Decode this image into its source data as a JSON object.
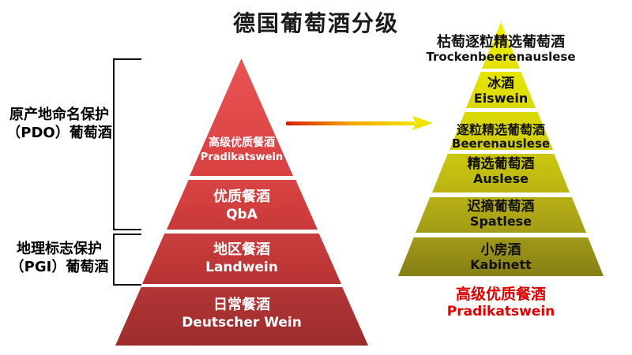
{
  "title": "德国葡萄酒分级",
  "colors": {
    "title_text": "#1a1a1a",
    "side_label_text": "#000000",
    "bracket": "#111111",
    "left_tier_text": "#ffffff",
    "right_tier_text": "#111111",
    "highlight_red": "#e10000",
    "arrow_gradient": [
      "#d61f00",
      "#f5a300",
      "#f0e400"
    ],
    "arrow_head": "#f0e400"
  },
  "side_labels": {
    "pdo": {
      "line1": "原产地命名保护",
      "line2": "（PDO）葡萄酒"
    },
    "pgi": {
      "line1": "地理标志保护",
      "line2": "（PGI）葡萄酒"
    }
  },
  "left_pyramid": {
    "tiers": [
      {
        "zh": "高级优质餐酒",
        "latin": "Pradikatswein",
        "fill": [
          "#ea5454",
          "#d74040"
        ]
      },
      {
        "zh": "优质餐酒",
        "latin": "QbA",
        "fill": [
          "#d84444",
          "#c93939"
        ]
      },
      {
        "zh": "地区餐酒",
        "latin": "Landwein",
        "fill": [
          "#c93d3d",
          "#b73333"
        ]
      },
      {
        "zh": "日常餐酒",
        "latin": "Deutscher Wein",
        "fill": [
          "#b23636",
          "#9c2c2c"
        ]
      }
    ]
  },
  "right_pyramid": {
    "top_tier": {
      "zh": "枯萄逐粒精选葡萄酒",
      "latin": "Trockenbeerenauslese",
      "fill": [
        "#f0f000",
        "#e4e202"
      ]
    },
    "tiers": [
      {
        "zh": "冰酒",
        "latin": "Eiswein",
        "fill": [
          "#e7e503",
          "#dad805"
        ]
      },
      {
        "zh": "逐粒精选葡萄酒",
        "latin": "Beerenauslese",
        "fill": [
          "#dcd907",
          "#cecb0b"
        ]
      },
      {
        "zh": "精选葡萄酒",
        "latin": "Auslese",
        "fill": [
          "#cbc70e",
          "#b9b313"
        ]
      },
      {
        "zh": "迟摘葡萄酒",
        "latin": "Spatlese",
        "fill": [
          "#b7b014",
          "#a29b18"
        ]
      },
      {
        "zh": "小房酒",
        "latin": "Kabinett",
        "fill": [
          "#a09919",
          "#868016"
        ]
      }
    ],
    "footer": {
      "zh": "高级优质餐酒",
      "latin": "Pradikatswein"
    }
  }
}
